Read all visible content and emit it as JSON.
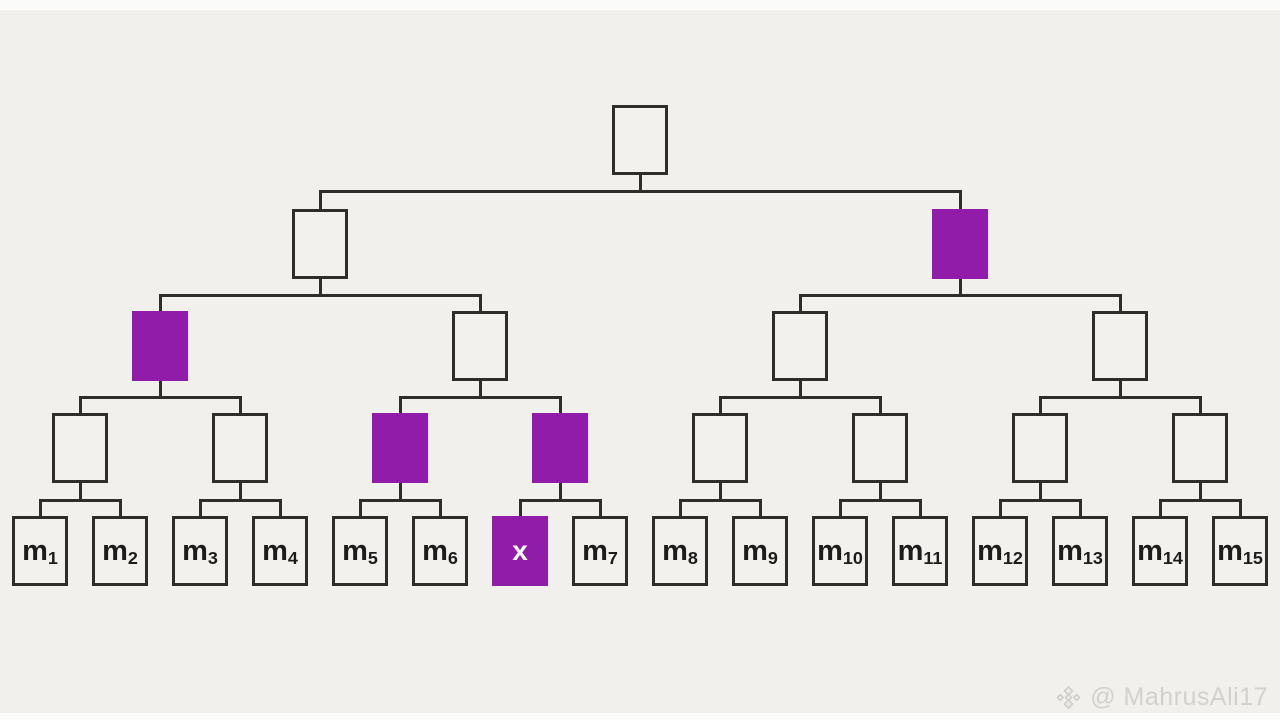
{
  "diagram": {
    "kind": "binary-tree",
    "description": "Merkle-tree style diagram, 16 leaves, highlighted proof-path nodes"
  },
  "tree": {
    "internal_levels": [
      {
        "level": 0,
        "nodes": [
          {
            "highlight": false
          }
        ]
      },
      {
        "level": 1,
        "nodes": [
          {
            "highlight": false
          },
          {
            "highlight": true
          }
        ]
      },
      {
        "level": 2,
        "nodes": [
          {
            "highlight": true
          },
          {
            "highlight": false
          },
          {
            "highlight": false
          },
          {
            "highlight": false
          }
        ]
      },
      {
        "level": 3,
        "nodes": [
          {
            "highlight": false
          },
          {
            "highlight": false
          },
          {
            "highlight": true
          },
          {
            "highlight": true
          },
          {
            "highlight": false
          },
          {
            "highlight": false
          },
          {
            "highlight": false
          },
          {
            "highlight": false
          }
        ]
      }
    ],
    "leaves": [
      {
        "base": "m",
        "sub": "1",
        "highlight": false
      },
      {
        "base": "m",
        "sub": "2",
        "highlight": false
      },
      {
        "base": "m",
        "sub": "3",
        "highlight": false
      },
      {
        "base": "m",
        "sub": "4",
        "highlight": false
      },
      {
        "base": "m",
        "sub": "5",
        "highlight": false
      },
      {
        "base": "m",
        "sub": "6",
        "highlight": false
      },
      {
        "base": "x",
        "sub": "",
        "highlight": true
      },
      {
        "base": "m",
        "sub": "7",
        "highlight": false
      },
      {
        "base": "m",
        "sub": "8",
        "highlight": false
      },
      {
        "base": "m",
        "sub": "9",
        "highlight": false
      },
      {
        "base": "m",
        "sub": "10",
        "highlight": false
      },
      {
        "base": "m",
        "sub": "11",
        "highlight": false
      },
      {
        "base": "m",
        "sub": "12",
        "highlight": false
      },
      {
        "base": "m",
        "sub": "13",
        "highlight": false
      },
      {
        "base": "m",
        "sub": "14",
        "highlight": false
      },
      {
        "base": "m",
        "sub": "15",
        "highlight": false
      }
    ]
  },
  "colors": {
    "highlight": "#911ca9",
    "line": "#2e2d2a",
    "background": "#f1f0ed",
    "box_fill": "#f2f1ee",
    "label": "#1d1c1a",
    "watermark": "#d2d1ce",
    "frame_strip": "#fbfbf9"
  },
  "watermark": {
    "icon": "binance-logo-icon",
    "text": "@ MahrusAli17"
  }
}
